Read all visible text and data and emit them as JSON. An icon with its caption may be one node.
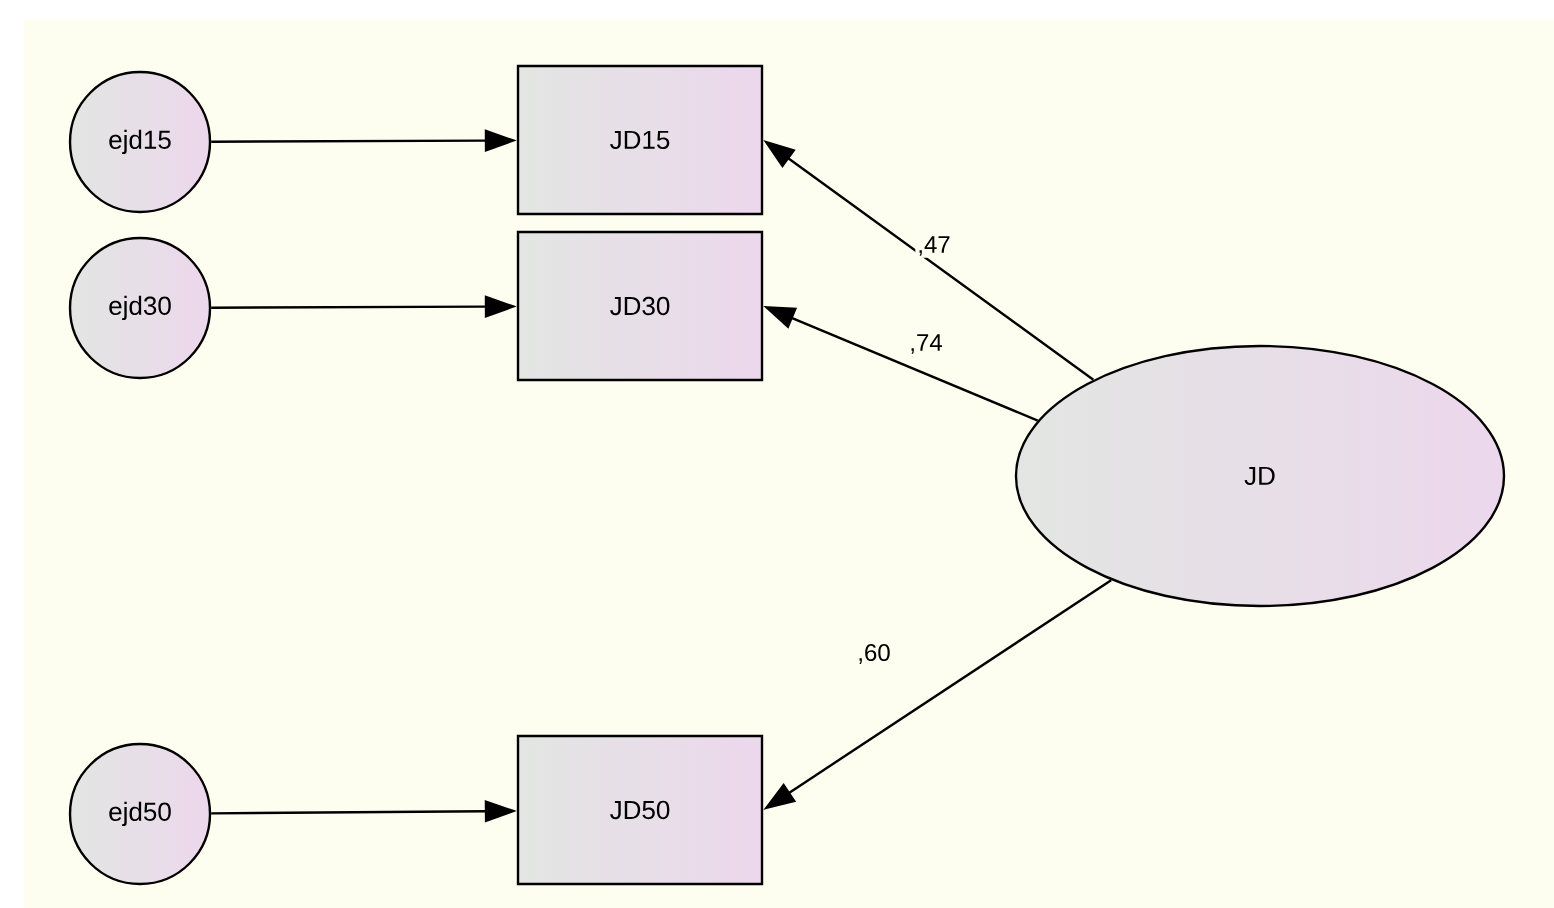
{
  "diagram": {
    "nodes": [
      {
        "text": [
          "ejd15"
        ]
      },
      {
        "text": [
          "JD15"
        ]
      },
      {
        "text": [
          "ejd30"
        ]
      },
      {
        "text": [
          "JD30"
        ]
      },
      {
        "text": [
          "JD"
        ]
      },
      {
        "text": [
          "ejd50"
        ]
      },
      {
        "text": [
          "JD50"
        ]
      }
    ],
    "edges": [
      {
        "from": 0,
        "to": 1,
        "arrow": "to"
      },
      {
        "from": 2,
        "to": 3,
        "arrow": "to"
      },
      {
        "from": 4,
        "to": 1,
        "arrow": "to",
        "label": ",47"
      },
      {
        "from": 4,
        "to": 3,
        "arrow": "to",
        "label": ",74"
      },
      {
        "from": 4,
        "to": 6,
        "arrow": "to",
        "label": ",60"
      },
      {
        "from": 5,
        "to": 6,
        "arrow": "to"
      }
    ]
  }
}
